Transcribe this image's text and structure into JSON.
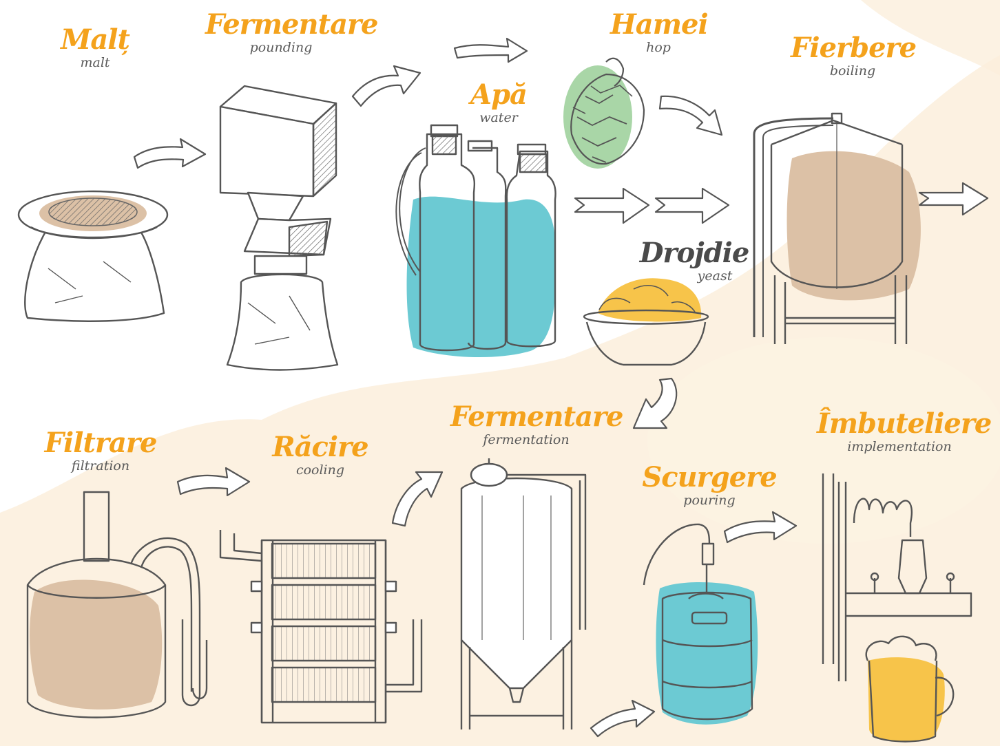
{
  "steps": {
    "malt": {
      "title": "Malț",
      "subtitle": "malt"
    },
    "pounding": {
      "title": "Fermentare",
      "subtitle": "pounding"
    },
    "water": {
      "title": "Apă",
      "subtitle": "water"
    },
    "hops": {
      "title": "Hamei",
      "subtitle": "hop"
    },
    "boiling": {
      "title": "Fierbere",
      "subtitle": "boiling"
    },
    "yeast": {
      "title": "Drojdie",
      "subtitle": "yeast"
    },
    "filtration": {
      "title": "Filtrare",
      "subtitle": "filtration"
    },
    "cooling": {
      "title": "Răcire",
      "subtitle": "cooling"
    },
    "fermentation": {
      "title": "Fermentare",
      "subtitle": "fermentation"
    },
    "pouring": {
      "title": "Scurgere",
      "subtitle": "pouring"
    },
    "bottling": {
      "title": "Îmbuteliere",
      "subtitle": "implementation"
    }
  },
  "colors": {
    "accent": "#f4a21c",
    "water_blue": "#6ccad3",
    "hop_green": "#a9d6a7",
    "tan": "#dcc1a6",
    "beer_yellow": "#f7c44a",
    "ink": "#555555",
    "cream": "#fbefdc"
  }
}
